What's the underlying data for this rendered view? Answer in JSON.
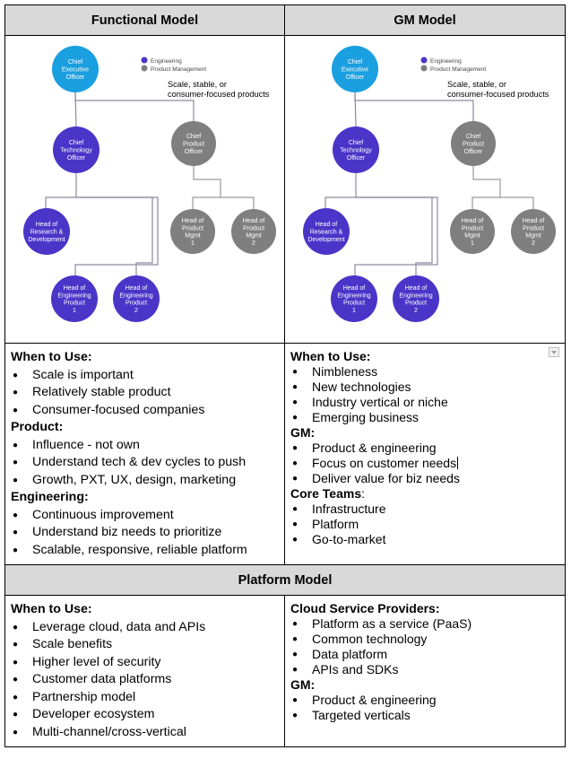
{
  "headers": {
    "functional": "Functional Model",
    "gm": "GM Model",
    "platform": "Platform Model"
  },
  "diagram": {
    "legend": [
      "Engineering",
      "Product Management"
    ],
    "annotation": [
      "Scale, stable, or",
      "consumer-focused products"
    ],
    "nodes": {
      "ceo": [
        "Chief",
        "Executive",
        "Officer"
      ],
      "cto": [
        "Chief",
        "Technology",
        "Officer"
      ],
      "cpo": [
        "Chief",
        "Product",
        "Officer"
      ],
      "hrd": [
        "Head of",
        "Research &",
        "Development"
      ],
      "hpm1": [
        "Head of",
        "Product",
        "Mgmt",
        "1"
      ],
      "hpm2": [
        "Head of",
        "Product",
        "Mgmt",
        "2"
      ],
      "hep1": [
        "Head of",
        "Engineering",
        "Product",
        "1"
      ],
      "hep2": [
        "Head of",
        "Engineering",
        "Product",
        "2"
      ]
    },
    "colors": {
      "ceo": "#1a9fe0",
      "engineering": "#4a35c8",
      "product": "#7f7f7f"
    }
  },
  "functional": {
    "when_title": "When to Use:",
    "when_items": [
      "Scale is important",
      "Relatively stable product",
      "Consumer-focused companies"
    ],
    "product_title": "Product:",
    "product_items": [
      "Influence - not own",
      "Understand tech & dev cycles to push",
      "Growth, PXT, UX, design, marketing"
    ],
    "engineering_title": "Engineering:",
    "engineering_items": [
      "Continuous improvement",
      "Understand biz needs to prioritize",
      "Scalable, responsive, reliable platform"
    ]
  },
  "gm": {
    "when_title": "When to Use:",
    "when_items": [
      "Nimbleness",
      "New technologies",
      "Industry vertical or niche",
      "Emerging business"
    ],
    "gm_title": "GM:",
    "gm_items": [
      "Product & engineering",
      "Focus on customer needs",
      "Deliver value for biz needs"
    ],
    "core_title": "Core Teams",
    "core_suffix": ":",
    "core_items": [
      "Infrastructure",
      "Platform",
      "Go-to-market"
    ]
  },
  "platform": {
    "when_title": "When to Use:",
    "when_items": [
      "Leverage cloud, data and APIs",
      "Scale benefits",
      "Higher level of security",
      "Customer data platforms",
      "Partnership model",
      "Developer ecosystem",
      "Multi-channel/cross-vertical"
    ],
    "csp_title": "Cloud Service Providers:",
    "csp_items": [
      "Platform as a service (PaaS)",
      "Common technology",
      "Data platform",
      "APIs and SDKs"
    ],
    "gm_title": "GM:",
    "gm_items": [
      "Product & engineering",
      "Targeted verticals"
    ]
  }
}
